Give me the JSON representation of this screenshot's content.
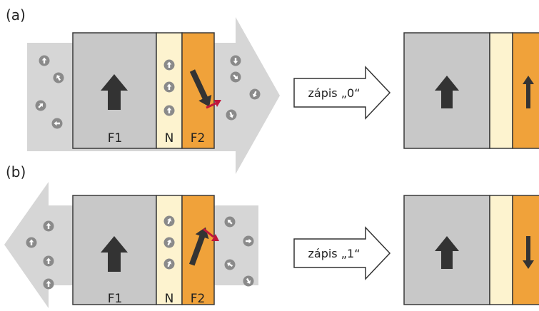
{
  "panels": [
    {
      "label": "(a)",
      "layers": {
        "f1": "F1",
        "n": "N",
        "f2": "F2"
      },
      "write_label": "zápis „0“",
      "result_f2_direction": "up"
    },
    {
      "label": "(b)",
      "layers": {
        "f1": "F1",
        "n": "N",
        "f2": "F2"
      },
      "write_label": "zápis „1“",
      "result_f2_direction": "down"
    }
  ],
  "colors": {
    "ferromagnet": "#c8c8c8",
    "spacer": "#fdf3cf",
    "free_layer": "#f0a23a",
    "current_arrow": "#d6d6d6",
    "spin_ball": "#8a8a8a",
    "torque_arrow": "#c0163a",
    "magnetization_arrow": "#333333"
  }
}
